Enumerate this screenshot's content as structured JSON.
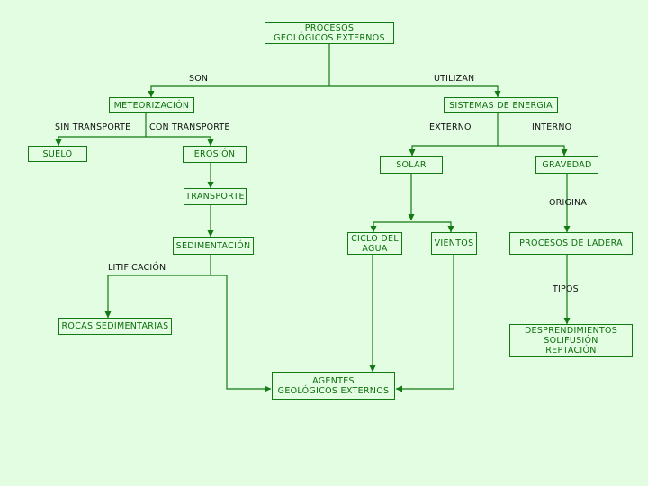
{
  "colors": {
    "background": "#e3fde3",
    "line": "#137a13",
    "node_text": "#0b6e0b",
    "edge_text": "#111111"
  },
  "nodes": {
    "root": [
      "PROCESOS",
      "GEOLÓGICOS  EXTERNOS"
    ],
    "meteorizacion": [
      "METEORIZACIÓN"
    ],
    "sistemas_energia": [
      "SISTEMAS DE ENERGIA"
    ],
    "suelo": [
      "SUELO"
    ],
    "erosion": [
      "EROSIÓN"
    ],
    "transporte": [
      "TRANSPORTE"
    ],
    "sedimentacion": [
      "SEDIMENTACIÓN"
    ],
    "rocas_sedimentarias": [
      "ROCAS SEDIMENTARIAS"
    ],
    "solar": [
      "SOLAR"
    ],
    "gravedad": [
      "GRAVEDAD"
    ],
    "ciclo_agua": [
      "CICLO DEL",
      "AGUA"
    ],
    "vientos": [
      "VIENTOS"
    ],
    "procesos_ladera": [
      "PROCESOS DE LADERA"
    ],
    "desprendimientos": [
      "DESPRENDIMIENTOS",
      "SOLIFUSIÓN",
      "REPTACIÓN"
    ],
    "agentes": [
      "AGENTES",
      "GEOLÓGICOS  EXTERNOS"
    ]
  },
  "edge_labels": {
    "son": "SON",
    "utilizan": "UTILIZAN",
    "sin_transporte": "SIN TRANSPORTE",
    "con_transporte": "CON TRANSPORTE",
    "externo": "EXTERNO",
    "interno": "INTERNO",
    "origina": "ORIGINA",
    "tipos": "TIPOS",
    "litificacion": "LITIFICACIÓN"
  }
}
